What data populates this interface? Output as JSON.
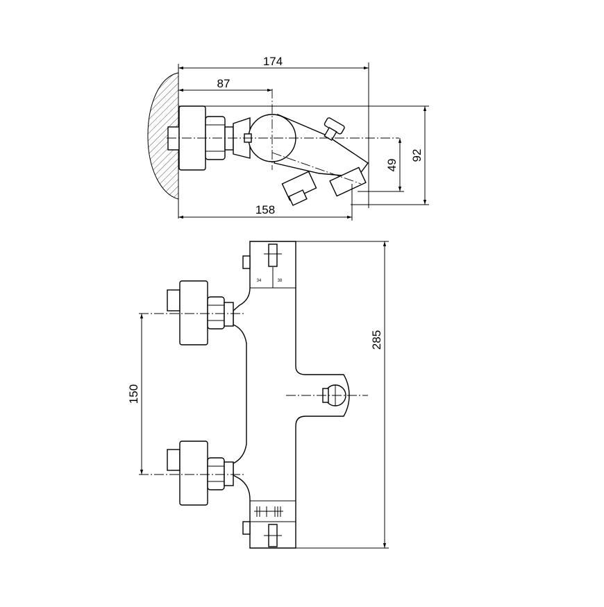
{
  "dimensions": {
    "top_overall_width": "174",
    "top_center_offset": "87",
    "top_projection_width": "158",
    "top_depth": "92",
    "top_outlet_drop": "49",
    "front_height": "285",
    "front_inlet_spacing": "150"
  },
  "scale_labels": {
    "upper_left": "34",
    "upper_right": "38"
  }
}
